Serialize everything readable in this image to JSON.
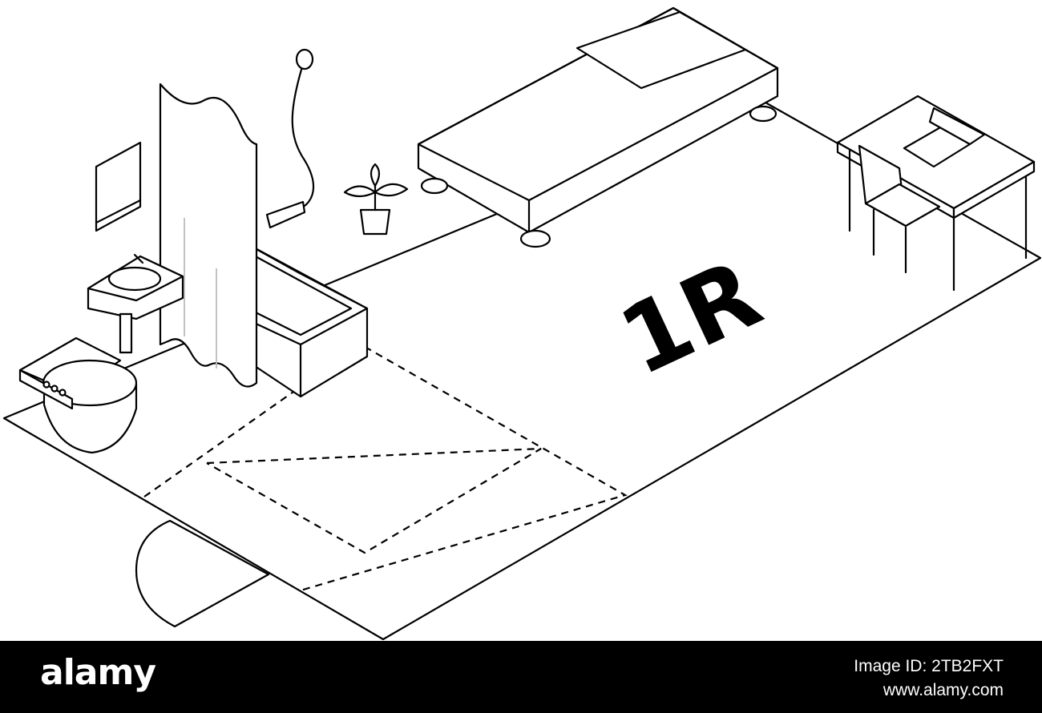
{
  "diagram": {
    "floor_plan_label": "1R",
    "items": [
      "floor",
      "door-swing",
      "entry-area",
      "toilet",
      "sink",
      "mirror",
      "shower-curtain",
      "bathtub",
      "shower-head",
      "potted-plant",
      "bed",
      "desk",
      "chair",
      "laptop"
    ]
  },
  "watermark": {
    "brand": "alamy",
    "image_id": "Image ID: 2TB2FXT",
    "site": "www.alamy.com"
  },
  "colors": {
    "line": "#000000",
    "background": "#ffffff",
    "footer": "#000000",
    "footer_text": "#ffffff"
  }
}
